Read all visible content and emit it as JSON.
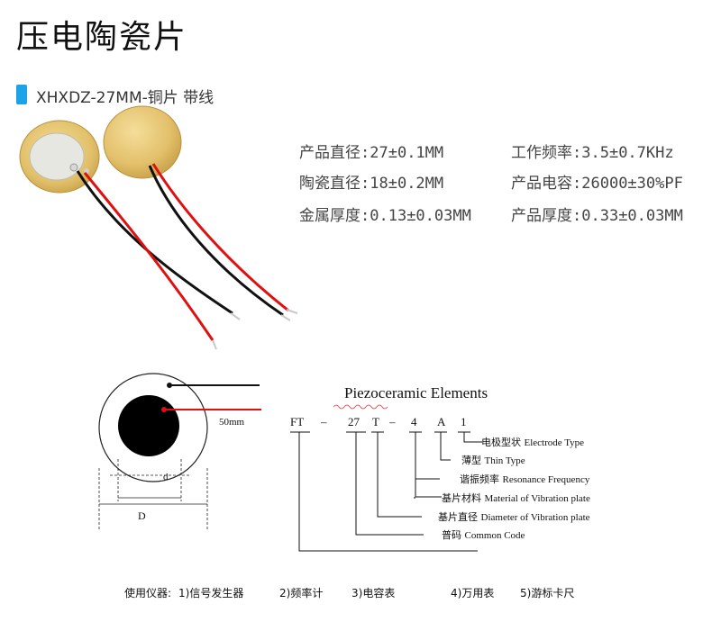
{
  "header": {
    "title": "压电陶瓷片",
    "subtitle": "XHXDZ-27MM-铜片 带线"
  },
  "specs": [
    {
      "label": "产品直径:",
      "value": "27±0.1MM"
    },
    {
      "label": "工作频率:",
      "value": "3.5±0.7KHz"
    },
    {
      "label": "陶瓷直径:",
      "value": "18±0.2MM"
    },
    {
      "label": "产品电容:",
      "value": "26000±30%PF"
    },
    {
      "label": "金属厚度:",
      "value": "0.13±0.03MM"
    },
    {
      "label": "产品厚度:",
      "value": "0.33±0.03MM"
    }
  ],
  "diagram": {
    "title": "Piezoceramic Elements",
    "wire_length": "50mm",
    "d_label": "d",
    "D_label": "D",
    "code_parts": [
      "FT",
      "–",
      "27",
      "T",
      "–",
      "4",
      "A",
      "1"
    ],
    "annotations": [
      {
        "cn": "电极型状",
        "en": "Electrode Type"
      },
      {
        "cn": "薄型",
        "en": "Thin Type"
      },
      {
        "cn": "谐振频率",
        "en": "Resonance Frequency"
      },
      {
        "cn": "基片材料",
        "en": "Material of Vibration plate"
      },
      {
        "cn": "基片直径",
        "en": "Diameter of Vibration plate"
      },
      {
        "cn": "普码",
        "en": "Common Code"
      }
    ]
  },
  "usage": {
    "prefix": "使用仪器:",
    "items": [
      "1)信号发生器",
      "2)频率计",
      "3)电容表",
      "4)万用表",
      "5)游标卡尺"
    ]
  },
  "colors": {
    "accent_blue": "#1aa3e6",
    "brass": "#e2c06a",
    "wire_red": "#e01010",
    "wire_black": "#111111"
  }
}
